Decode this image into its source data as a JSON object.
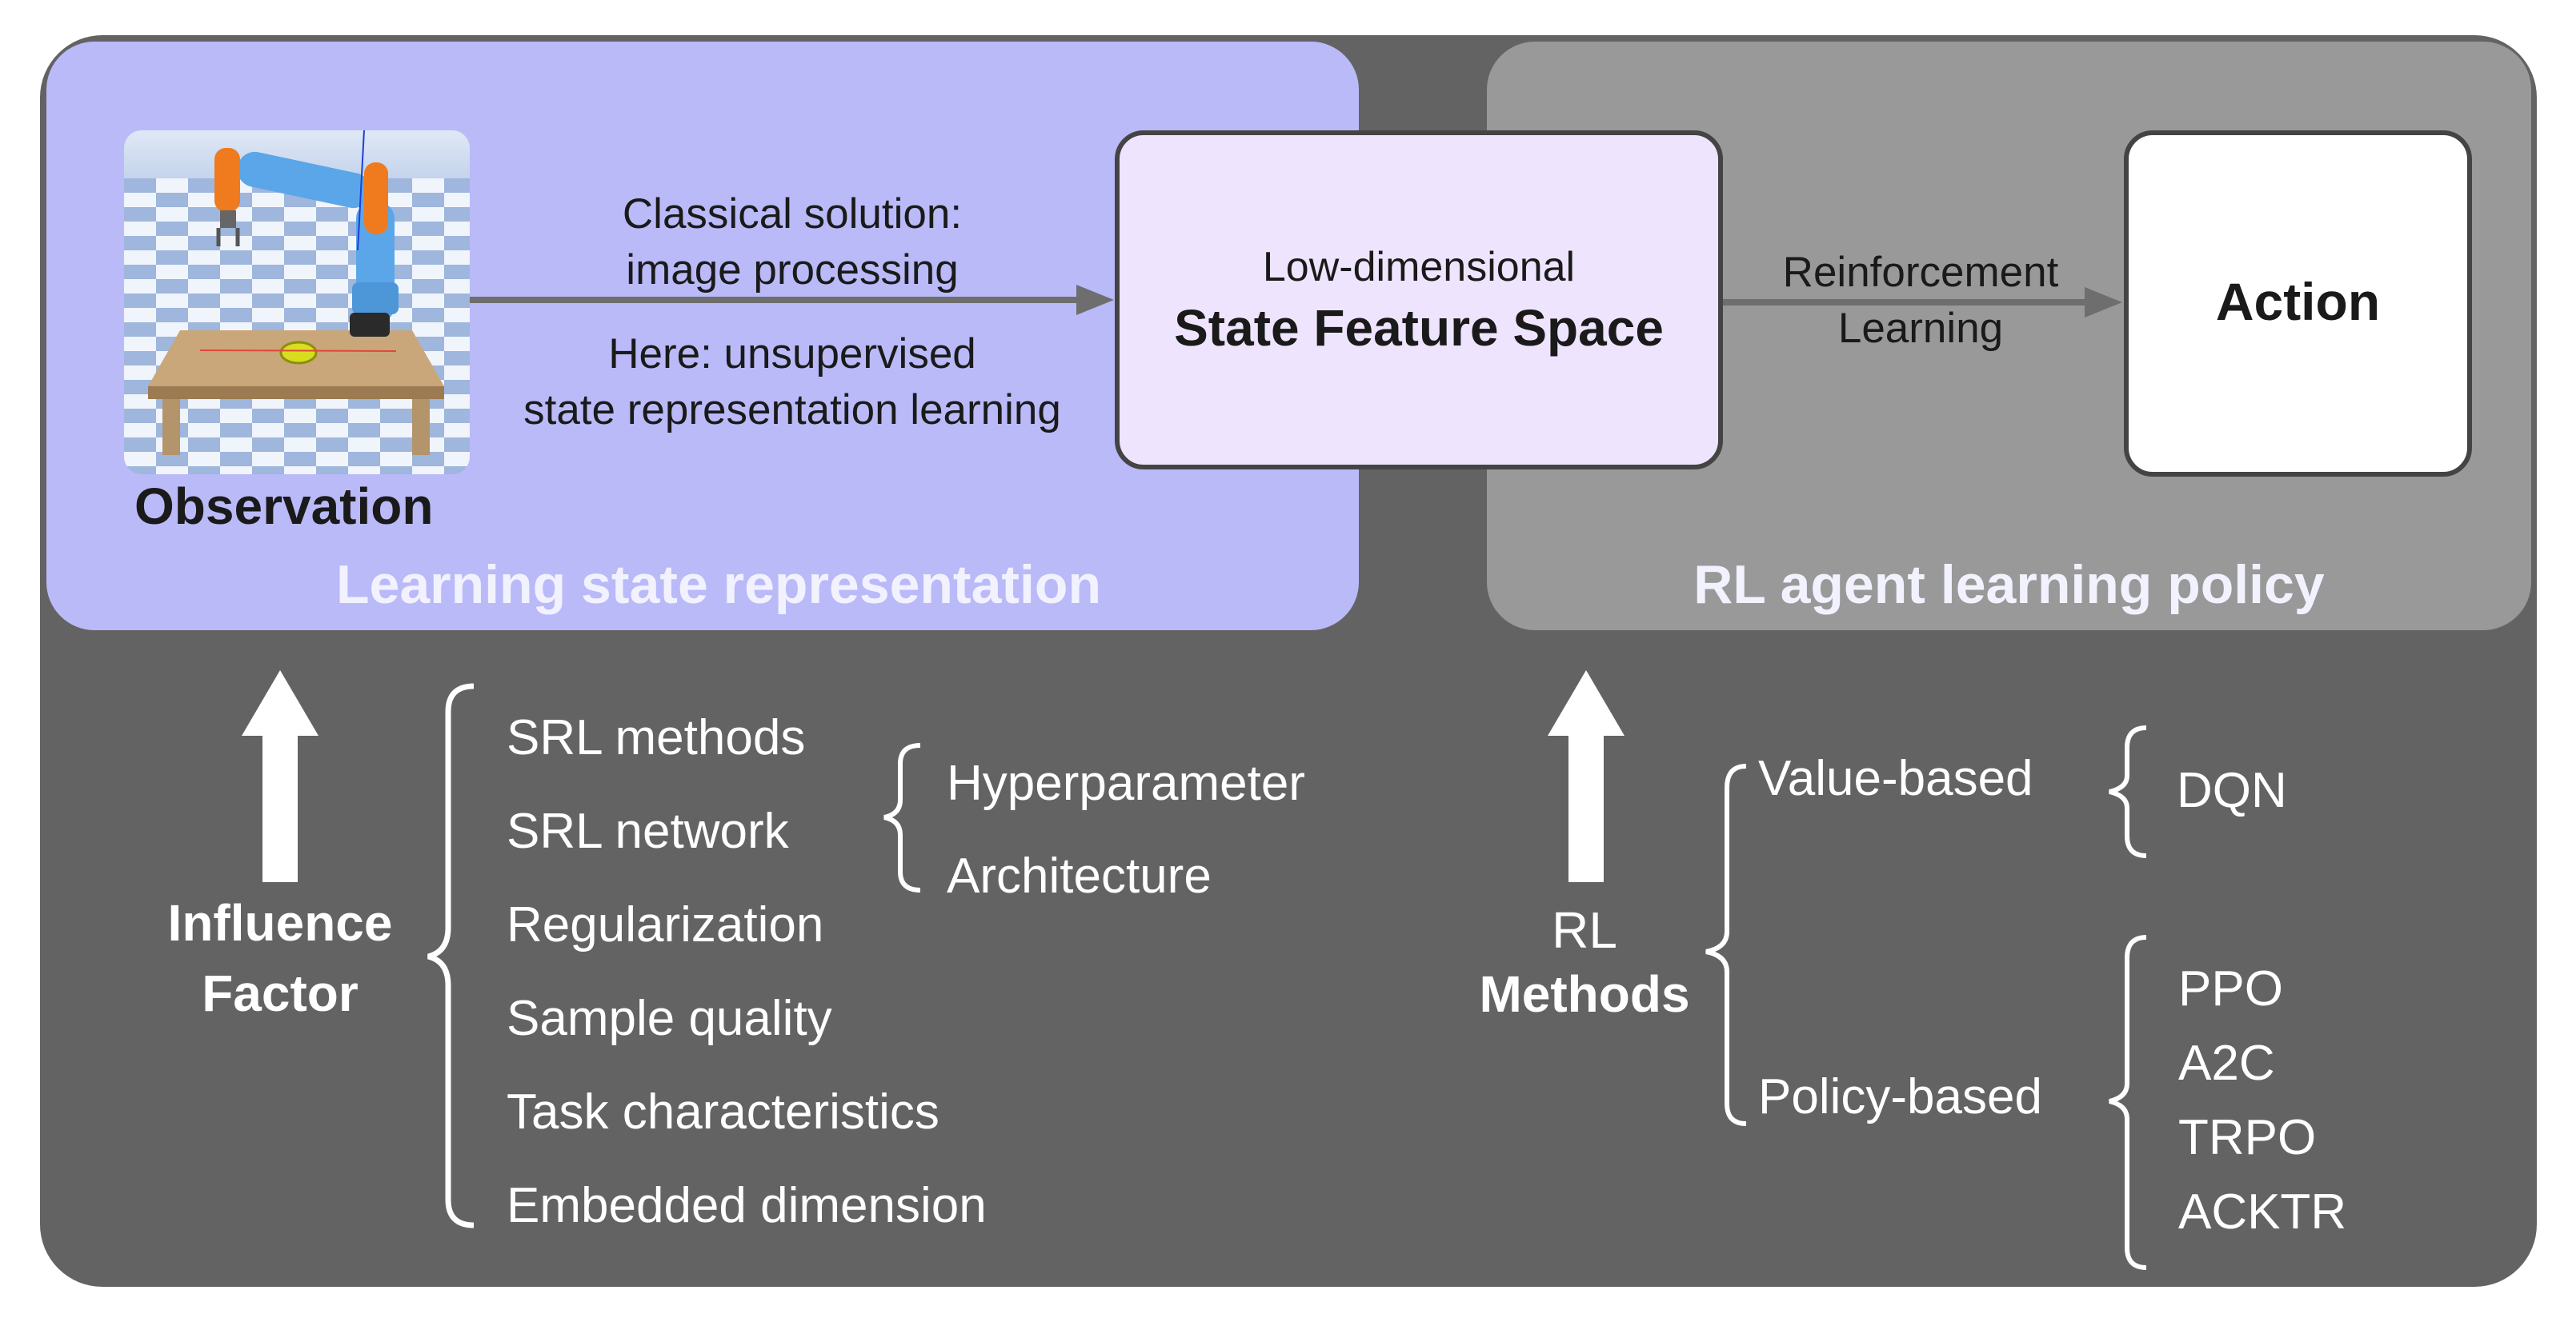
{
  "observation": {
    "label": "Observation"
  },
  "left_panel": {
    "title": "Learning state representation",
    "classical_line1": "Classical solution:",
    "classical_line2": "image processing",
    "here_line1": "Here: unsupervised",
    "here_line2": "state representation learning"
  },
  "state_box": {
    "line1": "Low-dimensional",
    "line2": "State Feature Space"
  },
  "right_panel": {
    "title": "RL agent learning policy",
    "rl_line1": "Reinforcement",
    "rl_line2": "Learning"
  },
  "action_box": {
    "label": "Action"
  },
  "influence": {
    "label_line1": "Influence",
    "label_line2": "Factor",
    "factors": [
      "SRL methods",
      "SRL network",
      "Regularization",
      "Sample quality",
      "Task characteristics",
      "Embedded dimension"
    ],
    "network_sub": [
      "Hyperparameter",
      "Architecture"
    ]
  },
  "rl_methods": {
    "label_line1": "RL",
    "label_line2": "Methods",
    "value_based": "Value-based",
    "value_algos": [
      "DQN"
    ],
    "policy_based": "Policy-based",
    "policy_algos": [
      "PPO",
      "A2C",
      "TRPO",
      "ACKTR"
    ]
  },
  "colors": {
    "frame": "#636363",
    "left_panel": "#babaf9",
    "right_panel": "#999999",
    "state_box": "#efe4fd",
    "action_box": "#ffffff"
  }
}
